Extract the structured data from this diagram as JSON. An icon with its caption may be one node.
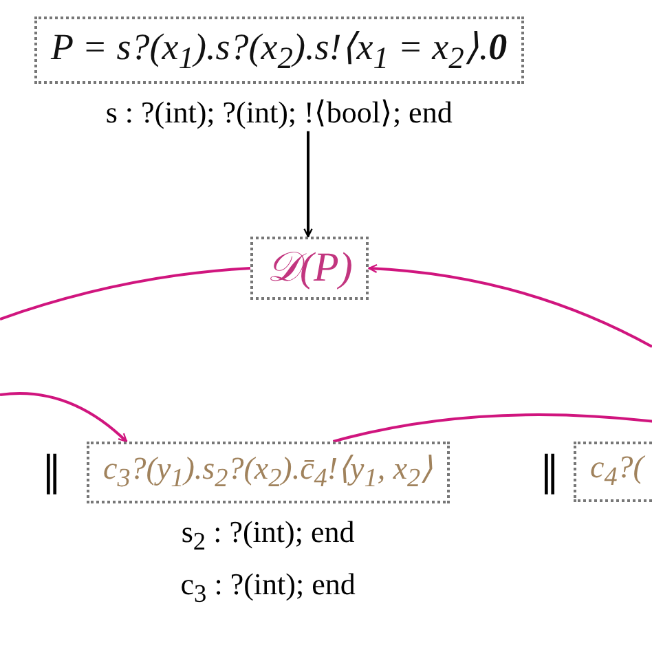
{
  "diagram": {
    "nodes": [
      {
        "text": [
          "P = s?(x$_{1}$).s?(x$_{2}$).s!⟨x$_{1}$ = x$_{2}$⟩.**0**"
        ],
        "beside": [
          "s : ?(int); ?(int); !⟨bool⟩; end"
        ]
      },
      {
        "text": [
          "𝒟(P)"
        ]
      },
      {
        "text": [
          "c$_{3}$?(y$_{1}$).s$_{2}$?(x$_{2}$).c̄$_{4}$!⟨y$_{1}$, x$_{2}$⟩"
        ],
        "beside": [
          "s$_{2}$ : ?(int); end",
          "c$_{3}$ : ?(int); end"
        ]
      },
      {
        "text": [
          "c$_{4}$?("
        ]
      }
    ],
    "edges": [
      {
        "from": 0,
        "to": 1,
        "arrow": "to",
        "color": "#000000"
      },
      {
        "from": 1,
        "to": null,
        "arrow": "none"
      },
      {
        "from": null,
        "to": 1,
        "arrow": "to"
      },
      {
        "from": null,
        "to": 2,
        "arrow": "to"
      },
      {
        "from": 2,
        "to": 3,
        "arrow": "to"
      }
    ],
    "labels": [
      "∥",
      "∥"
    ]
  }
}
